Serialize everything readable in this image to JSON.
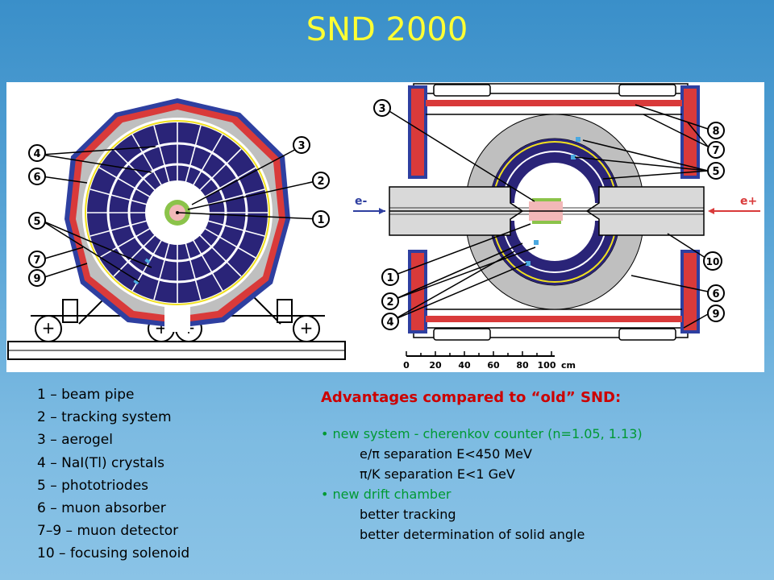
{
  "title": "SND 2000",
  "colors": {
    "title": "#ffff33",
    "crystal": "#2a2478",
    "absorber": "#bfbfbf",
    "muon": "#d93a3a",
    "solenoid": "#2e3fa0",
    "chamber": "#8bc34a",
    "beam_pipe": "#f2b8b8",
    "aerogel": "#f0e020"
  },
  "figure": {
    "left_callouts": [
      "4",
      "6",
      "5",
      "7",
      "9",
      "3",
      "2",
      "1"
    ],
    "right_callouts": [
      "3",
      "1",
      "2",
      "4",
      "8",
      "7",
      "5",
      "10",
      "6",
      "9"
    ],
    "beam_left": "e-",
    "beam_right": "e+",
    "scale": {
      "ticks": [
        "0",
        "20",
        "40",
        "60",
        "80",
        "100"
      ],
      "unit": "cm"
    }
  },
  "legend": [
    "1 – beam pipe",
    "2 – tracking system",
    "3 – aerogel",
    "4 – NaI(Tl) crystals",
    "5 – phototriodes",
    "6 – muon absorber",
    "7–9 – muon detector",
    "10 – focusing solenoid"
  ],
  "advantages": {
    "heading": "Advantages compared to “old” SND:",
    "item1": "new system - cherenkov counter (n=1.05, 1.13)",
    "item1_sub": [
      "e/π separation E<450 MeV",
      "π/K separation E<1 GeV"
    ],
    "item2": "new drift chamber",
    "item2_sub": [
      "better tracking",
      "better determination of solid angle"
    ]
  }
}
